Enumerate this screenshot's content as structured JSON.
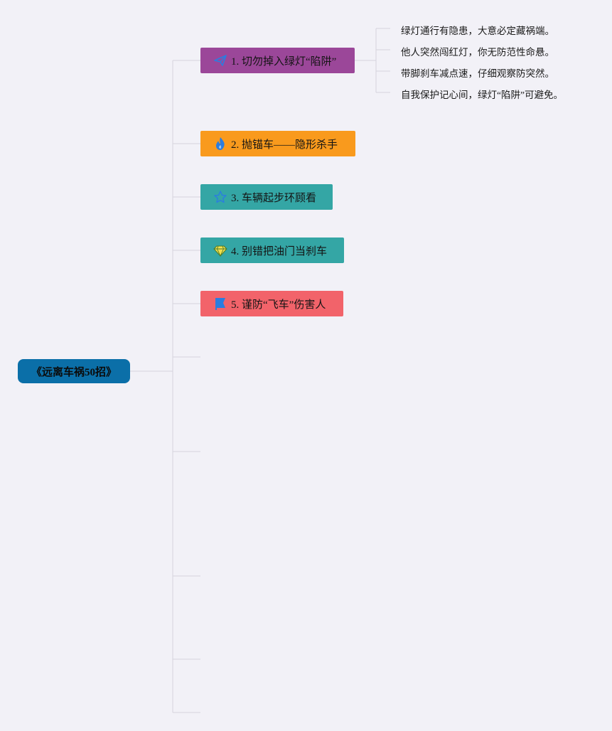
{
  "root": {
    "label": "《远离车祸50招》",
    "color": "#0b6fa8"
  },
  "branches": [
    {
      "label": "1. 切勿掉入绿灯“陷阱”",
      "icon": "paper-plane-icon",
      "color": "#9b4799",
      "children": [
        "绿灯通行有隐患，大意必定藏祸端。",
        "他人突然闯红灯，你无防范性命悬。",
        "带脚刹车减点速，仔细观察防突然。",
        "自我保护记心间，绿灯“陷阱”可避免。"
      ]
    },
    {
      "label": "2. 抛锚车——隐形杀手",
      "icon": "flame-icon",
      "color": "#f99a1d"
    },
    {
      "label": "3. 车辆起步环顾看",
      "icon": "star-icon",
      "color": "#34a6a5"
    },
    {
      "label": "4. 别错把油门当刹车",
      "icon": "diamond-icon",
      "color": "#34a6a5"
    },
    {
      "label": "5. 谨防“飞车”伤害人",
      "icon": "flag-icon",
      "color": "#f2636a"
    }
  ]
}
